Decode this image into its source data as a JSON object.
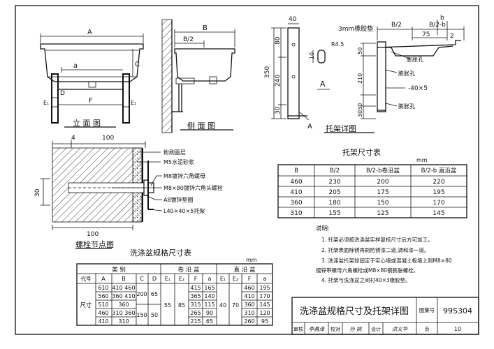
{
  "views": {
    "elevation": {
      "title": "立 面 图",
      "labels": {
        "A": "A",
        "a": "a",
        "C": "C",
        "D": "D",
        "F": "F",
        "E1_left": "E₁",
        "E1_right": "E₁"
      }
    },
    "side": {
      "title": "侧 面 图",
      "labels": {
        "B": "B",
        "B2": "B/2"
      }
    },
    "bracket": {
      "title": "托架详图",
      "labels": {
        "dim40": "40",
        "dim80": "80",
        "dim350": "350",
        "dim240": "240",
        "dim30": "30",
        "r45": "R4.5",
        "dim10": "10",
        "A_left": "A",
        "A_bottom": "A",
        "rubber": "3mm橡胶垫",
        "B2": "B/2",
        "B2b": "B/2-b",
        "dim75": "75",
        "dim2": "2",
        "b": "b",
        "dim50": "50",
        "dim210": "210",
        "dim3030": "3030",
        "plate": "-40×5",
        "hole_top": "膨胀孔",
        "hole_mid": "膨胀孔",
        "hole_bottom": "膨胀孔"
      }
    },
    "bolt": {
      "title": "螺栓节点图",
      "dim4": "4",
      "dim100_top": "100",
      "dim100_bottom": "100",
      "dim30": "30",
      "callouts": [
        "粉刷面层",
        "M5水泥砂浆",
        "M8镀锌六角螺母",
        "M8×80镀锌六角头螺栓",
        "A8镀锌垫圈",
        "L40×40×5托架"
      ]
    }
  },
  "bracket_table": {
    "title": "托架尺寸表",
    "unit": "mm",
    "headers": [
      "B",
      "B/2",
      "B/2-b卷沿盆",
      "B/2-b 直沿盆"
    ],
    "rows": [
      [
        "460",
        "230",
        "200",
        "220"
      ],
      [
        "410",
        "205",
        "175",
        "195"
      ],
      [
        "360",
        "180",
        "150",
        "170"
      ],
      [
        "310",
        "155",
        "125",
        "145"
      ]
    ]
  },
  "sink_table": {
    "title": "洗涤盆规格尺寸表",
    "unit": "mm",
    "group_headers": [
      "类 别",
      "卷 沿 盆",
      "直 沿 盆"
    ],
    "sub_headers": [
      "代号",
      "A",
      "B",
      "C",
      "D",
      "E₁",
      "E₂",
      "F",
      "a",
      "E₁",
      "E₂",
      "F",
      "a"
    ],
    "row_label": "尺寸",
    "A": [
      "610",
      "560",
      "510",
      "460",
      "410"
    ],
    "B": [
      "410 460",
      "360 410",
      "360",
      "310 360",
      "310"
    ],
    "C": [
      "200",
      "150"
    ],
    "D": [
      "65",
      "50"
    ],
    "roll_E1": "55",
    "roll_E2": "85",
    "roll_F": [
      "415",
      "365",
      "315",
      "265",
      "215"
    ],
    "roll_a": [
      "165",
      "140",
      "115",
      "90",
      "65"
    ],
    "str_E1": "40",
    "str_E2": "70",
    "str_F": [
      "460",
      "410",
      "360",
      "310",
      "260"
    ],
    "str_a": [
      "195",
      "170",
      "145",
      "120",
      "95"
    ]
  },
  "notes": {
    "title": "说明:",
    "items": [
      "1. 托架必须按洗涤盆实样复核尺寸后方可加工。",
      "2. 托架表面除锈再刷防锈漆二道,调和漆一道。",
      "3. 洗涤盆托架如固定于实心墙或混凝土板墙上则M8×80",
      "镀锌带螺母六角螺栓或M8×80钢膨胀螺栓。",
      "4. 托架与洗涤盆之间衬40×3橡胶垫。"
    ]
  },
  "title_block": {
    "title": "洗涤盆规格尺寸及托架详图",
    "atlas_label": "图集号",
    "atlas_no": "99S304",
    "row2": [
      "审核",
      "李昌泽",
      "校对",
      "孙 姚",
      "设计",
      "洪义华",
      "页",
      "10"
    ]
  }
}
